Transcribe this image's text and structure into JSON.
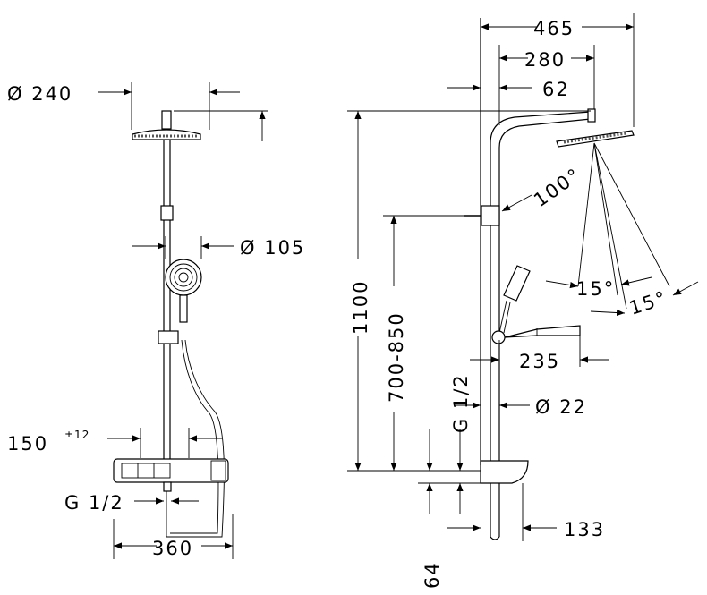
{
  "front_view": {
    "head_diameter": "Ø 240",
    "handshower_diameter": "Ø 105",
    "thermostat_spacing": "150",
    "thermostat_tolerance": "±12",
    "inlet_thread": "G 1/2",
    "thermostat_width": "360"
  },
  "side_view": {
    "arm_projection": "465",
    "arm_offset": "280",
    "wall_offset": "62",
    "head_tilt_angle": "100°",
    "overall_height": "1100",
    "holder_height_range": "700-850",
    "spray_angle_1": "15°",
    "spray_angle_2": "15°",
    "handshower_length": "235",
    "outlet_thread": "G 1/2",
    "pipe_diameter": "Ø 22",
    "inlet_height": "64",
    "thermostat_depth": "133"
  }
}
